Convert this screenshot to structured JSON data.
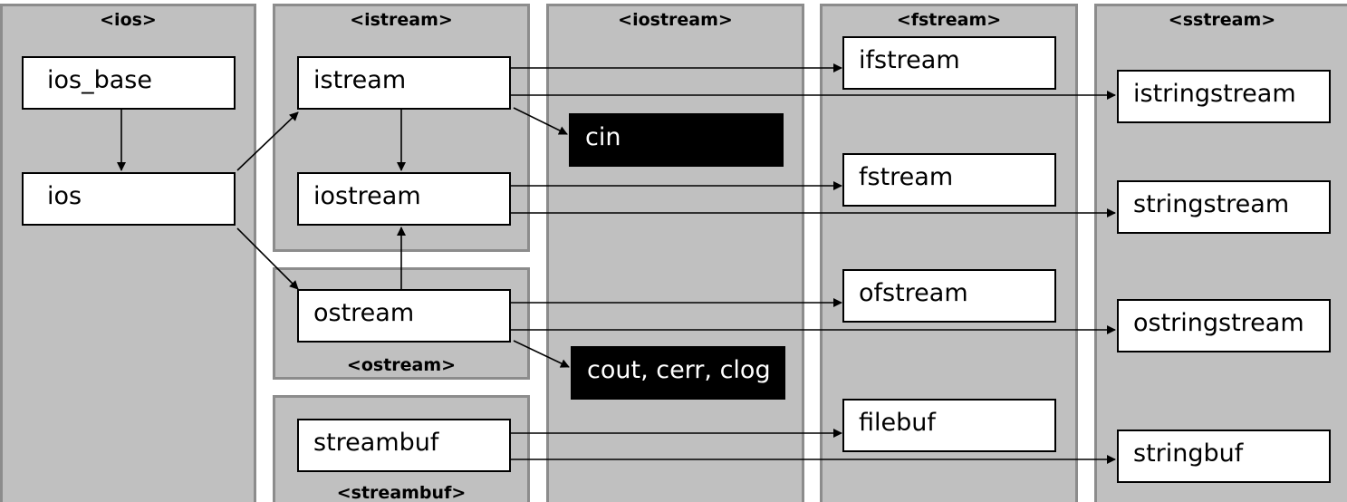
{
  "headers": {
    "ios": "<ios>",
    "istream": "<istream>",
    "iostream": "<iostream>",
    "fstream": "<fstream>",
    "sstream": "<sstream>",
    "ostream": "<ostream>",
    "streambuf": "<streambuf>"
  },
  "classes": {
    "ios_base": "ios_base",
    "ios": "ios",
    "istream": "istream",
    "iostream": "iostream",
    "ostream": "ostream",
    "streambuf": "streambuf",
    "ifstream": "ifstream",
    "fstream": "fstream",
    "ofstream": "ofstream",
    "filebuf": "filebuf",
    "istringstream": "istringstream",
    "stringstream": "stringstream",
    "ostringstream": "ostringstream",
    "stringbuf": "stringbuf"
  },
  "objects": {
    "cin": "cin",
    "cout_cerr_clog": "cout, cerr, clog"
  },
  "colors": {
    "panel": "#c0c0c0",
    "panel_border": "#8c8c8c",
    "box": "#ffffff",
    "object_box": "#000000"
  },
  "relations": [
    {
      "from": "ios_base",
      "to": "ios"
    },
    {
      "from": "ios",
      "to": "istream"
    },
    {
      "from": "ios",
      "to": "ostream"
    },
    {
      "from": "istream",
      "to": "iostream"
    },
    {
      "from": "ostream",
      "to": "iostream"
    },
    {
      "from": "istream",
      "to": "cin"
    },
    {
      "from": "ostream",
      "to": "cout_cerr_clog"
    },
    {
      "from": "istream",
      "to": "ifstream"
    },
    {
      "from": "istream",
      "to": "istringstream"
    },
    {
      "from": "iostream",
      "to": "fstream"
    },
    {
      "from": "iostream",
      "to": "stringstream"
    },
    {
      "from": "ostream",
      "to": "ofstream"
    },
    {
      "from": "ostream",
      "to": "ostringstream"
    },
    {
      "from": "streambuf",
      "to": "filebuf"
    },
    {
      "from": "streambuf",
      "to": "stringbuf"
    }
  ]
}
